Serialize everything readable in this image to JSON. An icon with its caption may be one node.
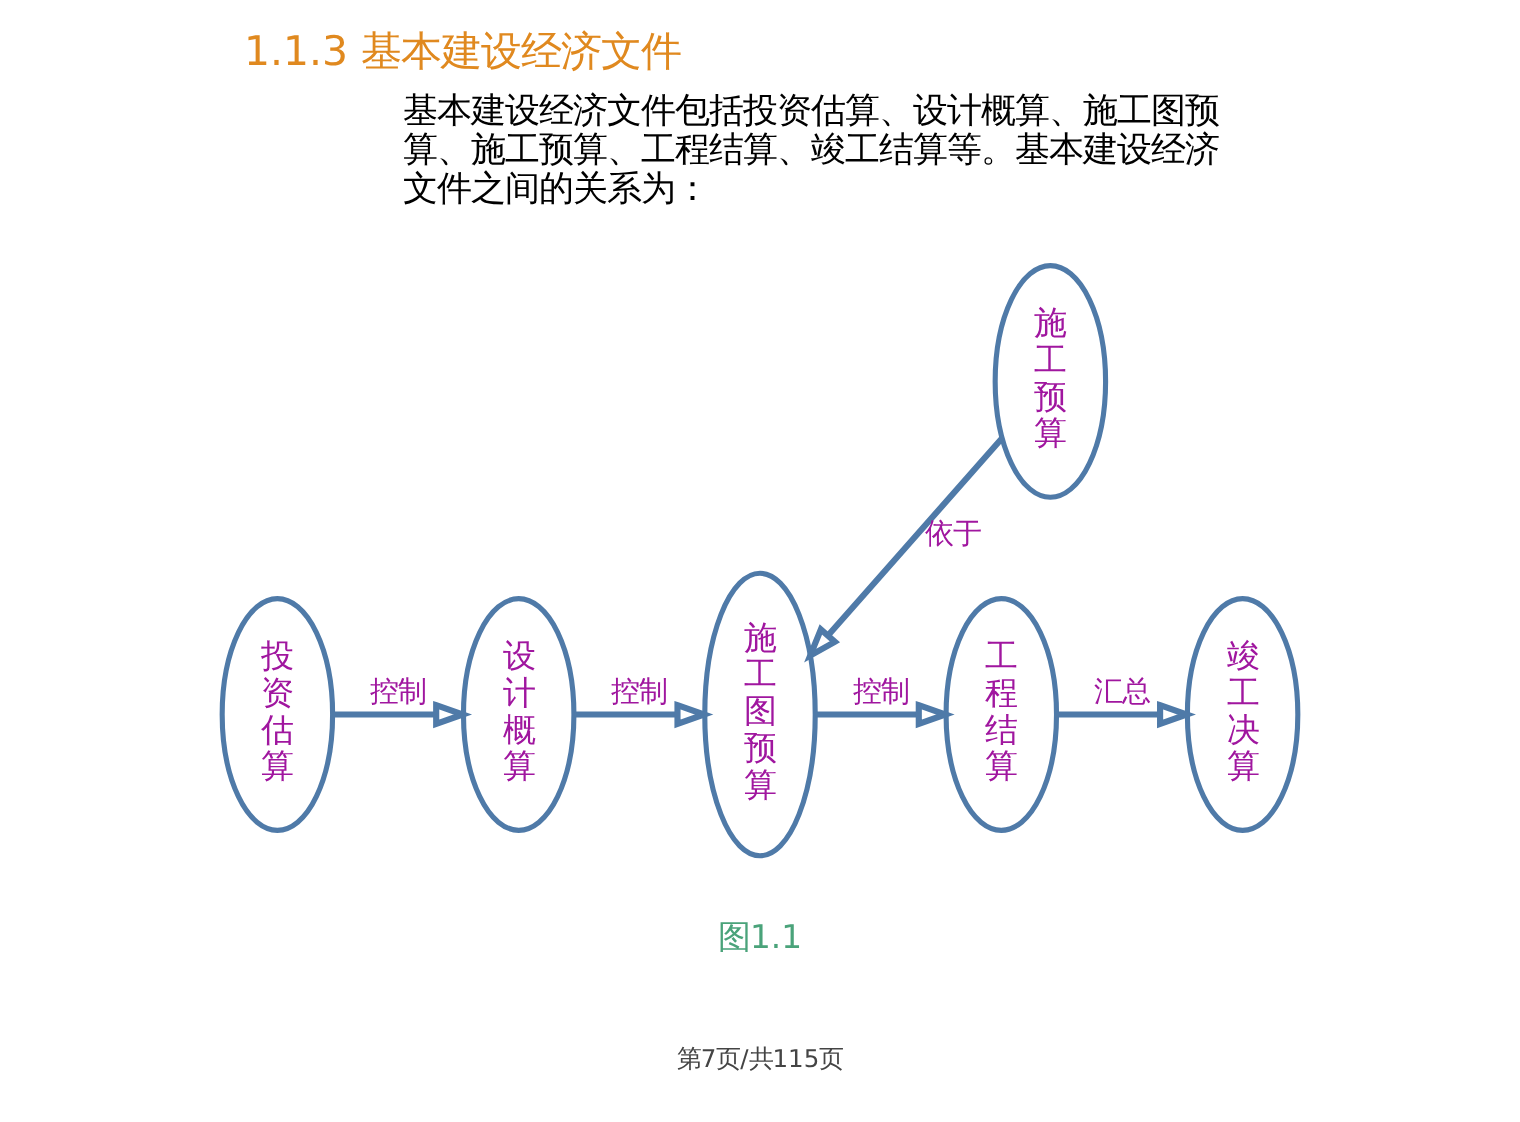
{
  "diagram": {
    "title": "1.1.3 基本建设经济文件",
    "caption": "图1.1",
    "nodes": [
      {
        "text": [
          "投资估算"
        ]
      },
      {
        "text": [
          "设计概算"
        ]
      },
      {
        "text": [
          "施工图预算"
        ]
      },
      {
        "text": [
          "施工预算"
        ]
      },
      {
        "text": [
          "工程结算"
        ]
      },
      {
        "text": [
          "竣工决算"
        ]
      }
    ],
    "edges": [
      {
        "from": 0,
        "to": 1,
        "arrow": "to",
        "label": "控制"
      },
      {
        "from": 1,
        "to": 2,
        "arrow": "to",
        "label": "控制"
      },
      {
        "from": 3,
        "to": 2,
        "arrow": "to",
        "label": "依于"
      },
      {
        "from": 2,
        "to": 4,
        "arrow": "to",
        "label": "控制"
      },
      {
        "from": 4,
        "to": 5,
        "arrow": "to",
        "label": "汇总"
      }
    ],
    "labels": [
      "基本建设经济文件包括投资估算、设计概算、施工图预算、施工预算、工程结算、竣工结算等。基本建设经济文件之间的关系为：",
      "第7页/共115页"
    ]
  }
}
